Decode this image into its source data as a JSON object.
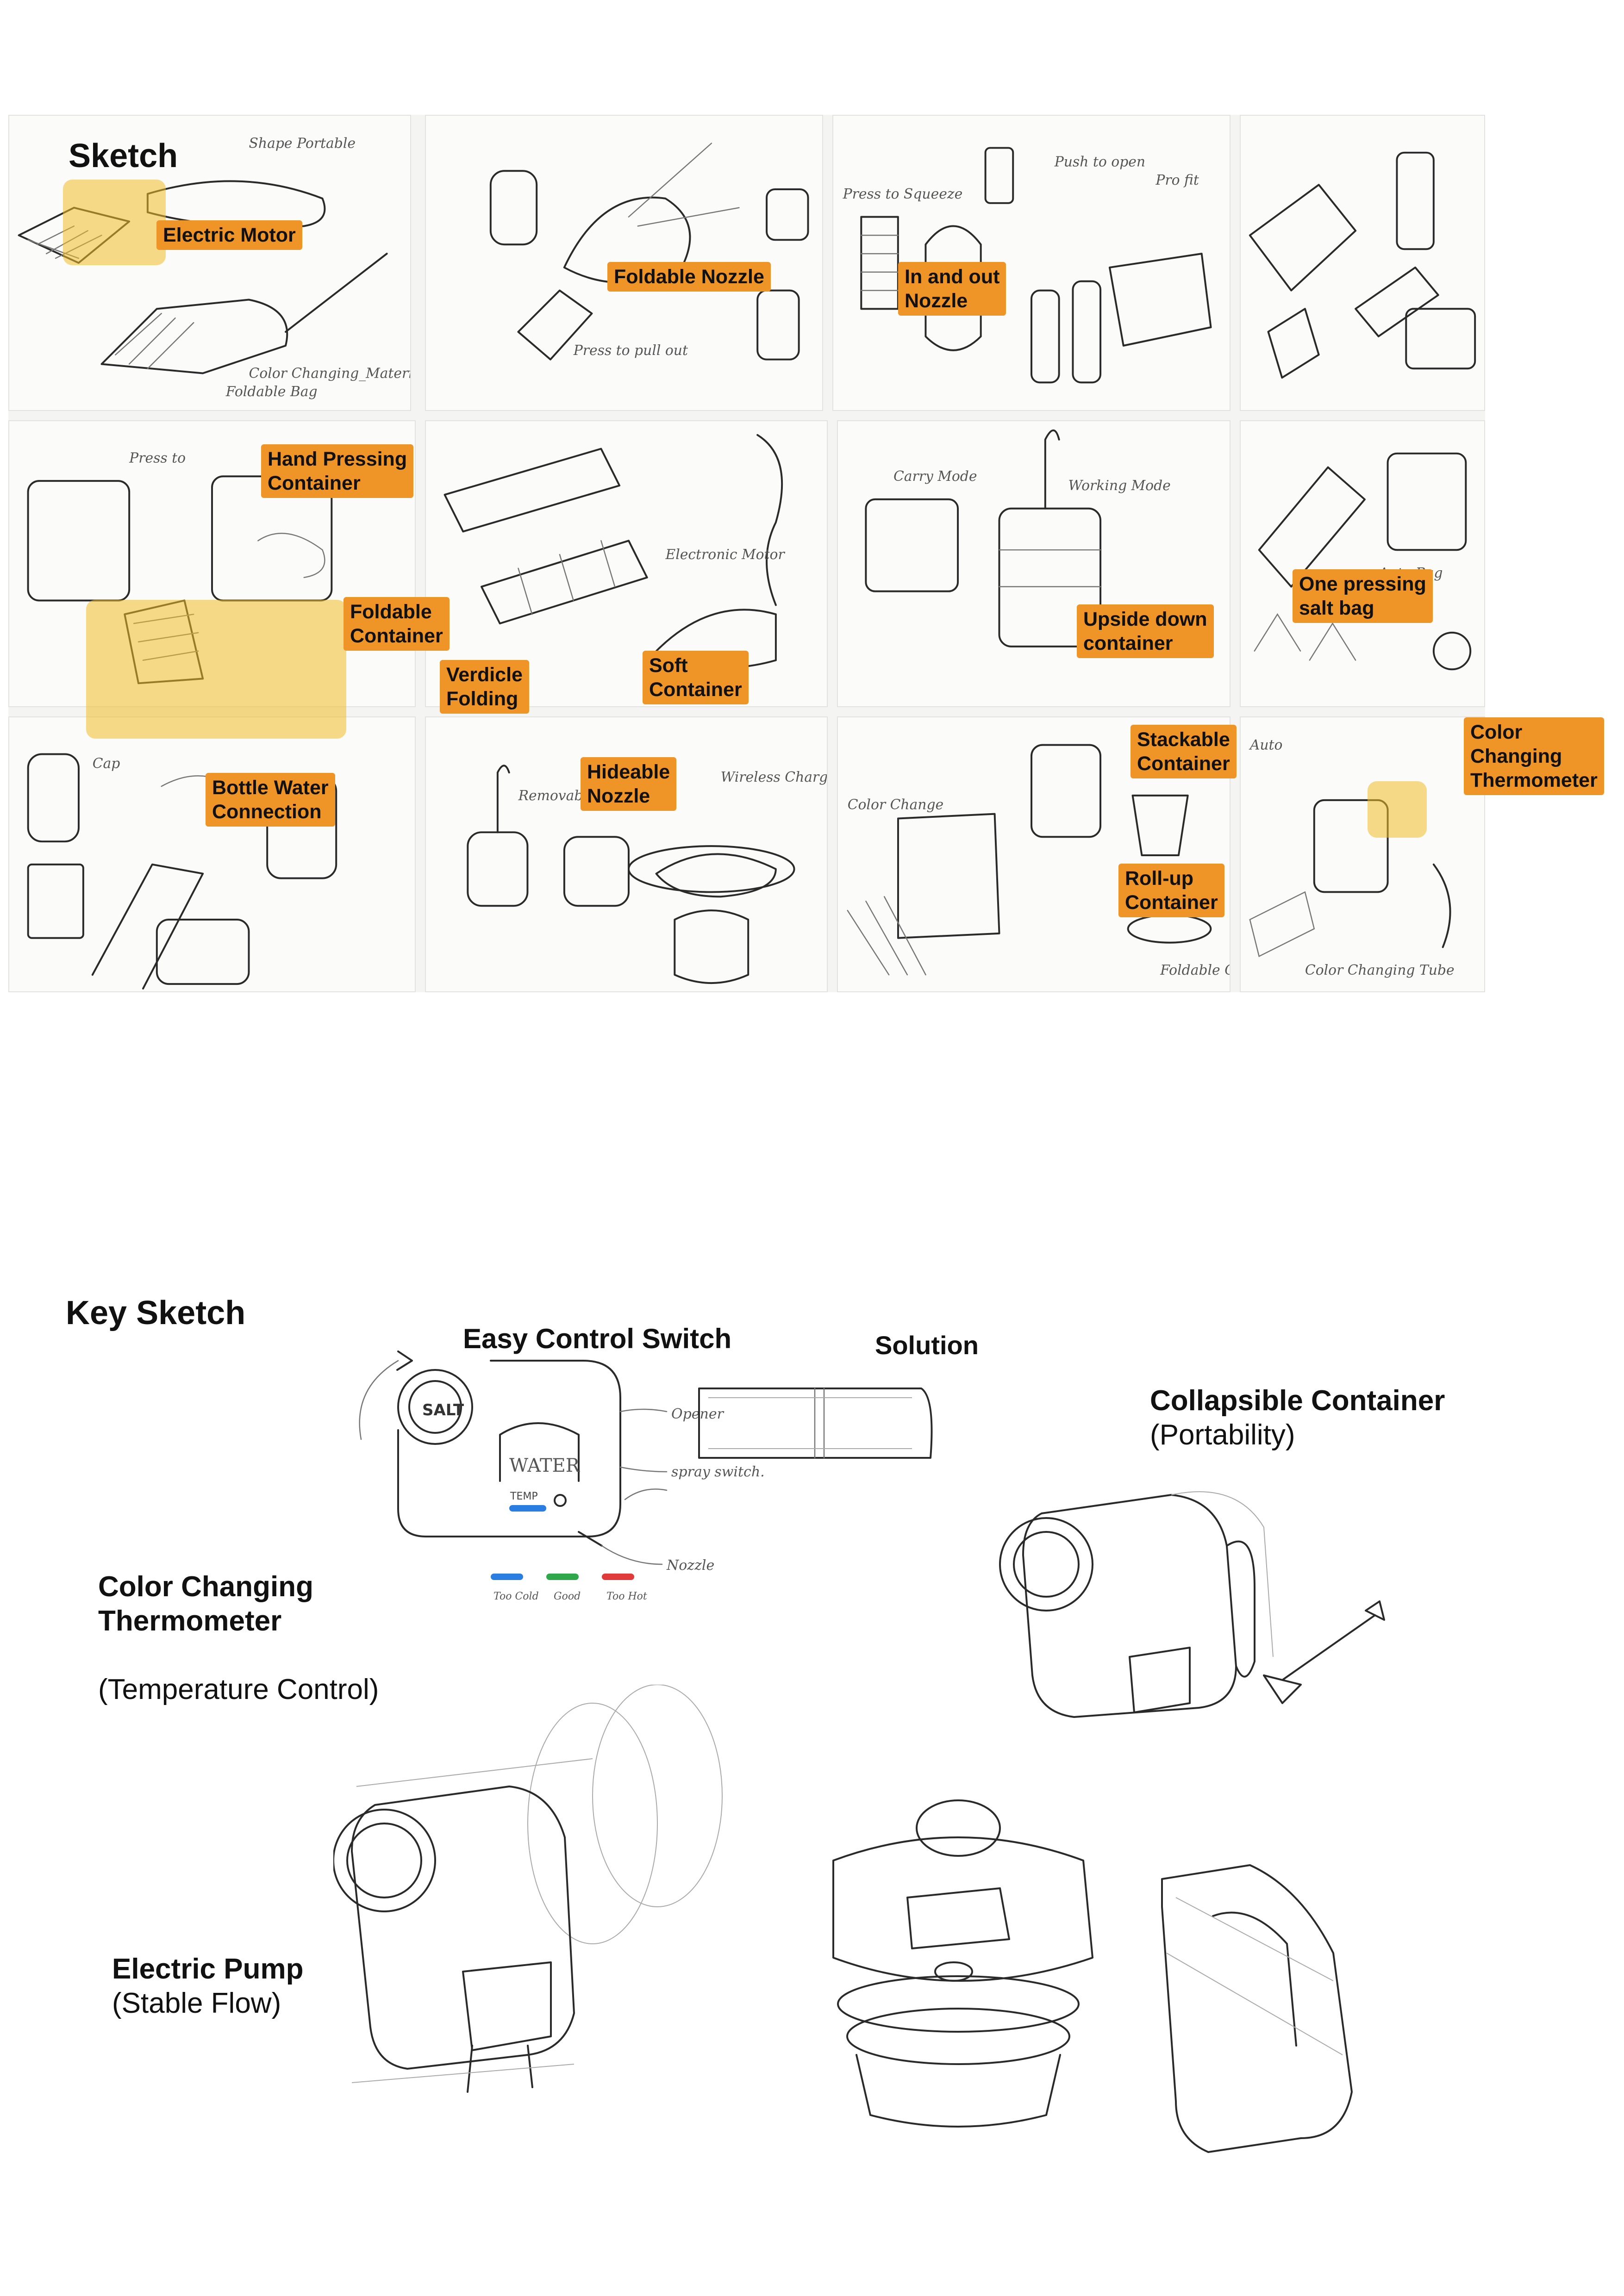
{
  "sketch_section": {
    "title": "Sketch",
    "tags": [
      "Electric Motor",
      "Foldable Nozzle",
      "In and out\nNozzle",
      "Hand Pressing\nContainer",
      "Foldable\nContainer",
      "Verdicle\nFolding",
      "Soft\nContainer",
      "Upside down\ncontainer",
      "One pressing\nsalt bag",
      "Bottle Water\nConnection",
      "Hideable\nNozzle",
      "Stackable\nContainer",
      "Roll-up\nContainer",
      "Color\nChanging\nThermometer"
    ]
  },
  "key_sketch": {
    "title": "Key Sketch",
    "easy_control_switch": "Easy Control Switch",
    "solution": "Solution",
    "collapsible_title": "Collapsible Container",
    "collapsible_sub": "(Portability)",
    "thermo_title": "Color Changing\nThermometer",
    "thermo_sub": "(Temperature Control)",
    "pump_title": "Electric Pump",
    "pump_sub": "(Stable Flow)",
    "annotations": {
      "water": "WATER",
      "temp": "TEMP",
      "opener": "Opener",
      "spray": "spray switch.",
      "nozzle": "Nozzle",
      "salt": "SALT",
      "too_cold": "Too Cold",
      "good": "Good",
      "too_hot": "Too Hot"
    },
    "colors": {
      "cold": "#2a7de1",
      "good": "#2ea84a",
      "hot": "#e03a3a"
    }
  }
}
